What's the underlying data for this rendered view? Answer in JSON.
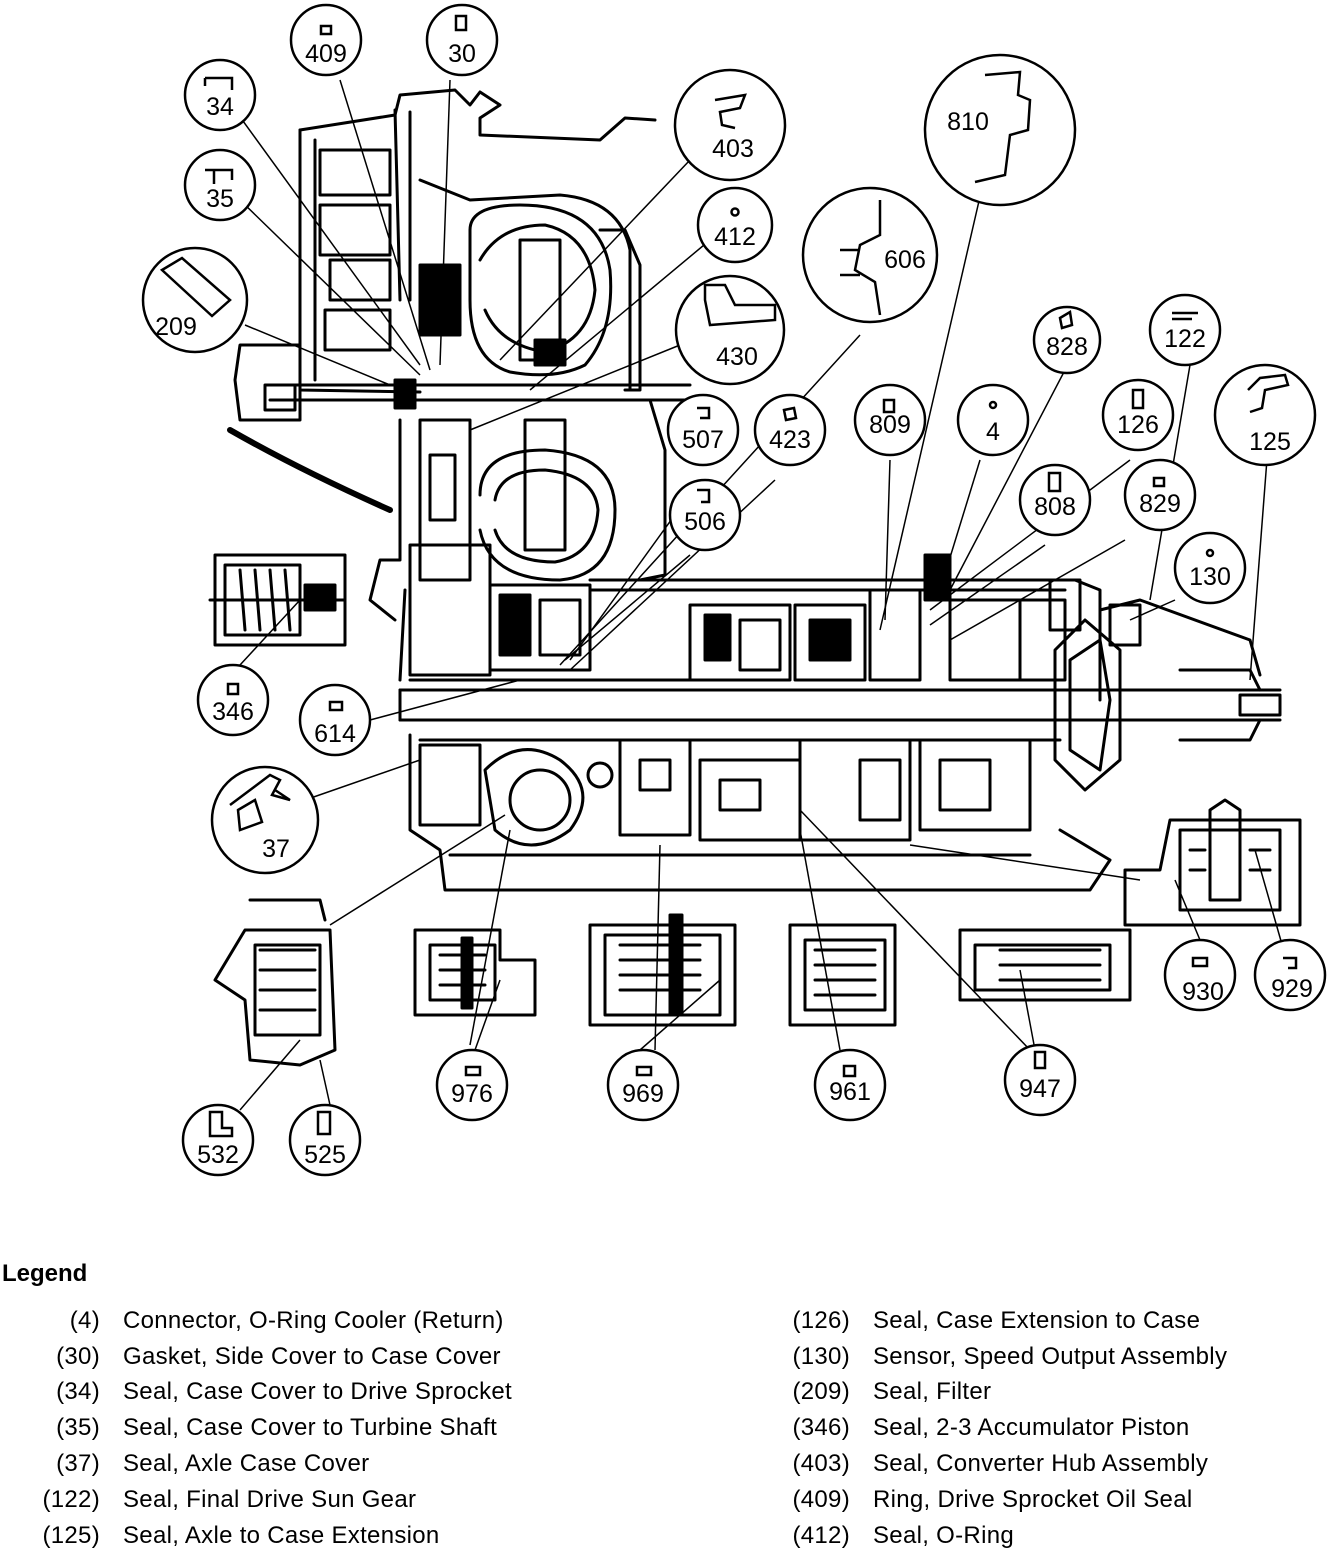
{
  "callouts": [
    {
      "id": "c409",
      "label": "409",
      "icon": "flat-seal-icon"
    },
    {
      "id": "c30",
      "label": "30",
      "icon": "gasket-icon"
    },
    {
      "id": "c34",
      "label": "34",
      "icon": "lip-seal-icon"
    },
    {
      "id": "c35",
      "label": "35",
      "icon": "lip-seal-icon"
    },
    {
      "id": "c209",
      "label": "209",
      "icon": "filter-seal-icon"
    },
    {
      "id": "c403",
      "label": "403",
      "icon": "hub-seal-icon"
    },
    {
      "id": "c412",
      "label": "412",
      "icon": "o-ring-icon"
    },
    {
      "id": "c430",
      "label": "430",
      "icon": "seal-profile-icon"
    },
    {
      "id": "c810",
      "label": "810",
      "icon": "seal-profile-icon"
    },
    {
      "id": "c606",
      "label": "606",
      "icon": "seal-profile-icon"
    },
    {
      "id": "c828",
      "label": "828",
      "icon": "ring-icon"
    },
    {
      "id": "c122",
      "label": "122",
      "icon": "flat-seal-icon"
    },
    {
      "id": "c809",
      "label": "809",
      "icon": "seal-icon"
    },
    {
      "id": "c4",
      "label": "4",
      "icon": "o-ring-icon"
    },
    {
      "id": "c126",
      "label": "126",
      "icon": "seal-icon"
    },
    {
      "id": "c125",
      "label": "125",
      "icon": "lip-seal-icon"
    },
    {
      "id": "c507",
      "label": "507",
      "icon": "ring-icon"
    },
    {
      "id": "c423",
      "label": "423",
      "icon": "ring-icon"
    },
    {
      "id": "c808",
      "label": "808",
      "icon": "seal-icon"
    },
    {
      "id": "c829",
      "label": "829",
      "icon": "seal-icon"
    },
    {
      "id": "c506",
      "label": "506",
      "icon": "ring-icon"
    },
    {
      "id": "c130",
      "label": "130",
      "icon": "o-ring-icon"
    },
    {
      "id": "c346",
      "label": "346",
      "icon": "seal-icon"
    },
    {
      "id": "c614",
      "label": "614",
      "icon": "seal-icon"
    },
    {
      "id": "c37",
      "label": "37",
      "icon": "axle-seal-icon"
    },
    {
      "id": "c930",
      "label": "930",
      "icon": "seal-icon"
    },
    {
      "id": "c929",
      "label": "929",
      "icon": "ring-icon"
    },
    {
      "id": "c976",
      "label": "976",
      "icon": "seal-icon"
    },
    {
      "id": "c969",
      "label": "969",
      "icon": "seal-icon"
    },
    {
      "id": "c961",
      "label": "961",
      "icon": "seal-icon"
    },
    {
      "id": "c947",
      "label": "947",
      "icon": "seal-icon"
    },
    {
      "id": "c532",
      "label": "532",
      "icon": "seal-icon"
    },
    {
      "id": "c525",
      "label": "525",
      "icon": "seal-icon"
    }
  ],
  "legend": {
    "title": "Legend",
    "left": [
      {
        "num": "(4)",
        "desc": "Connector, O-Ring Cooler (Return)"
      },
      {
        "num": "(30)",
        "desc": "Gasket, Side Cover to Case Cover"
      },
      {
        "num": "(34)",
        "desc": "Seal, Case Cover to Drive Sprocket"
      },
      {
        "num": "(35)",
        "desc": "Seal, Case Cover to Turbine Shaft"
      },
      {
        "num": "(37)",
        "desc": "Seal, Axle Case Cover"
      },
      {
        "num": "(122)",
        "desc": "Seal, Final Drive Sun Gear"
      },
      {
        "num": "(125)",
        "desc": "Seal, Axle to Case Extension"
      }
    ],
    "right": [
      {
        "num": "(126)",
        "desc": "Seal, Case Extension to Case"
      },
      {
        "num": "(130)",
        "desc": "Sensor, Speed Output Assembly"
      },
      {
        "num": "(209)",
        "desc": "Seal, Filter"
      },
      {
        "num": "(346)",
        "desc": "Seal, 2-3 Accumulator Piston"
      },
      {
        "num": "(403)",
        "desc": "Seal, Converter Hub Assembly"
      },
      {
        "num": "(409)",
        "desc": "Ring, Drive Sprocket Oil Seal"
      },
      {
        "num": "(412)",
        "desc": "Seal, O-Ring"
      }
    ]
  }
}
